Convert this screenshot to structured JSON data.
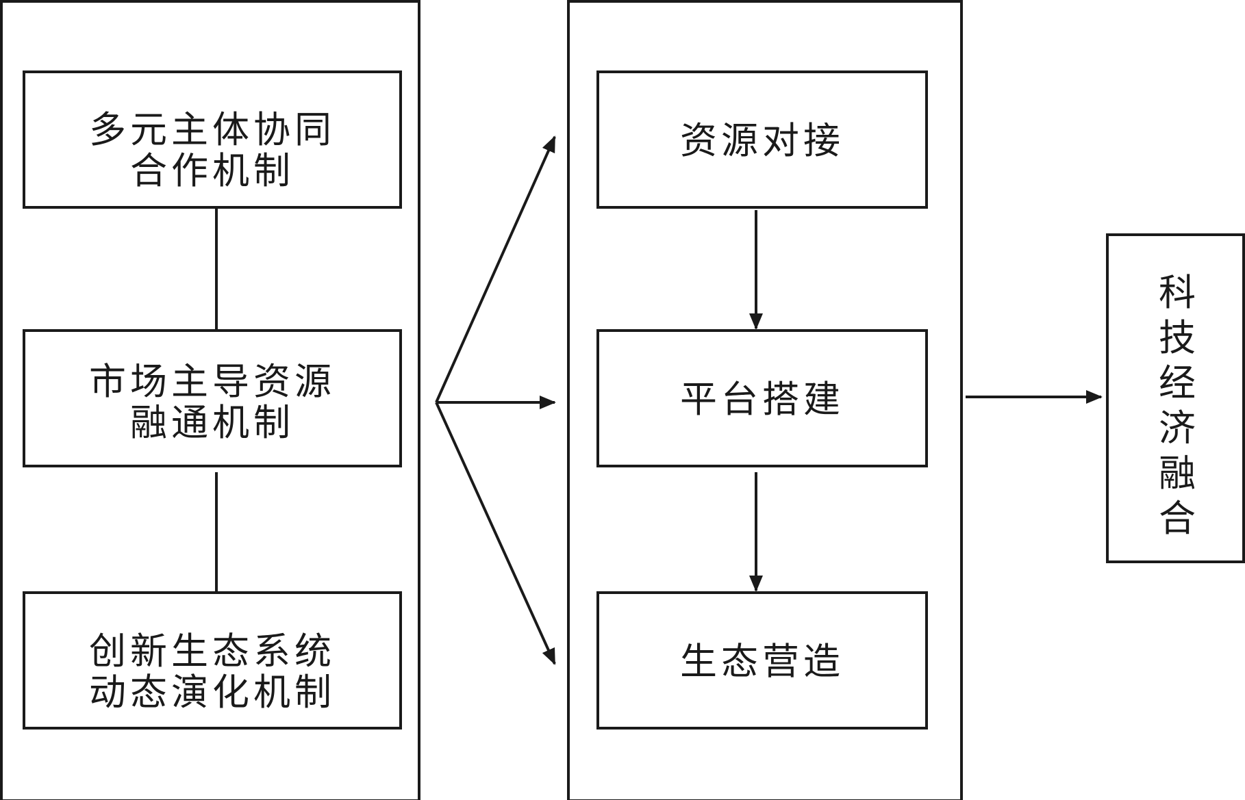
{
  "diagram": {
    "mechanisms": [
      {
        "line1": "多元主体协同",
        "line2": "合作机制"
      },
      {
        "line1": "市场主导资源",
        "line2": "融通机制"
      },
      {
        "line1": "创新生态系统",
        "line2": "动态演化机制"
      }
    ],
    "stages": [
      {
        "label": "资源对接"
      },
      {
        "label": "平台搭建"
      },
      {
        "label": "生态营造"
      }
    ],
    "outcome": {
      "chars": [
        "科",
        "技",
        "经",
        "济",
        "融",
        "合"
      ]
    }
  }
}
